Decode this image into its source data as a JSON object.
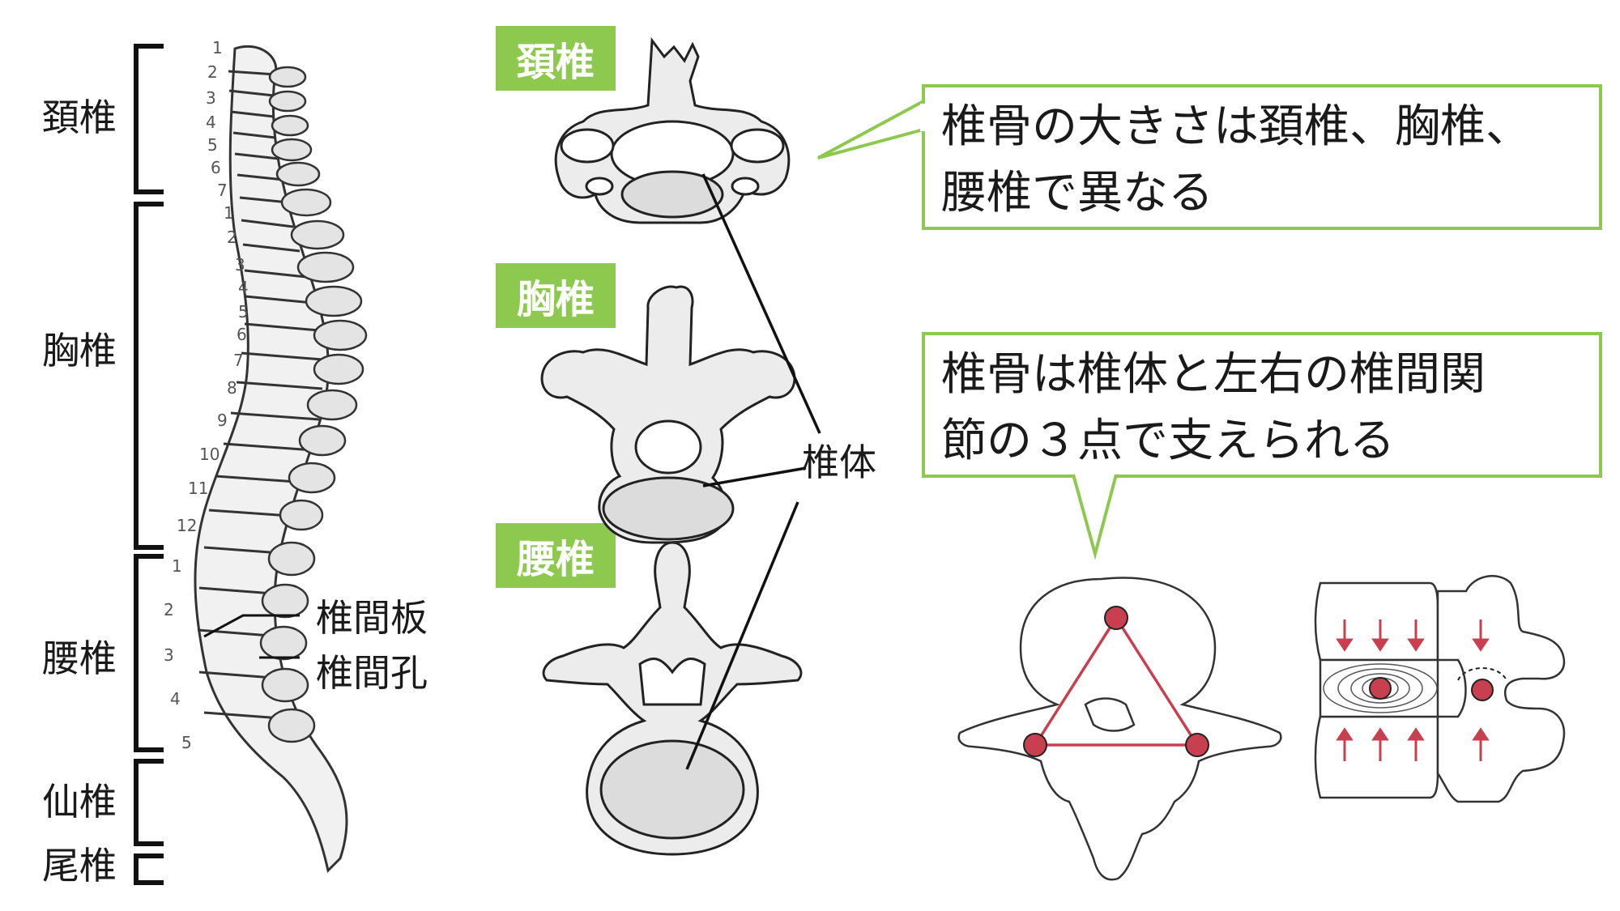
{
  "spine_regions": [
    {
      "label": "頚椎"
    },
    {
      "label": "胸椎"
    },
    {
      "label": "腰椎"
    },
    {
      "label": "仙椎"
    },
    {
      "label": "尾椎"
    }
  ],
  "vertebra_numbers": {
    "cervical": [
      "1",
      "2",
      "3",
      "4",
      "5",
      "6",
      "7"
    ],
    "thoracic": [
      "1",
      "2",
      "3",
      "4",
      "5",
      "6",
      "7",
      "8",
      "9",
      "10",
      "11",
      "12"
    ],
    "lumbar": [
      "1",
      "2",
      "3",
      "4",
      "5"
    ]
  },
  "spine_annotations": {
    "disc": "椎間板",
    "foramen": "椎間孔"
  },
  "vertebra_tags": {
    "cervical": "頚椎",
    "thoracic": "胸椎",
    "lumbar": "腰椎"
  },
  "body_label": "椎体",
  "callouts": {
    "size": {
      "line1": "椎骨の大きさは頚椎、胸椎、",
      "line2": "腰椎で異なる"
    },
    "support": {
      "line1": "椎骨は椎体と左右の椎間関",
      "line2": "節の３点で支えられる"
    }
  },
  "colors": {
    "accent_green": "#8dc84f",
    "callout_border": "#8dc84f",
    "joint_red": "#c8404f"
  }
}
